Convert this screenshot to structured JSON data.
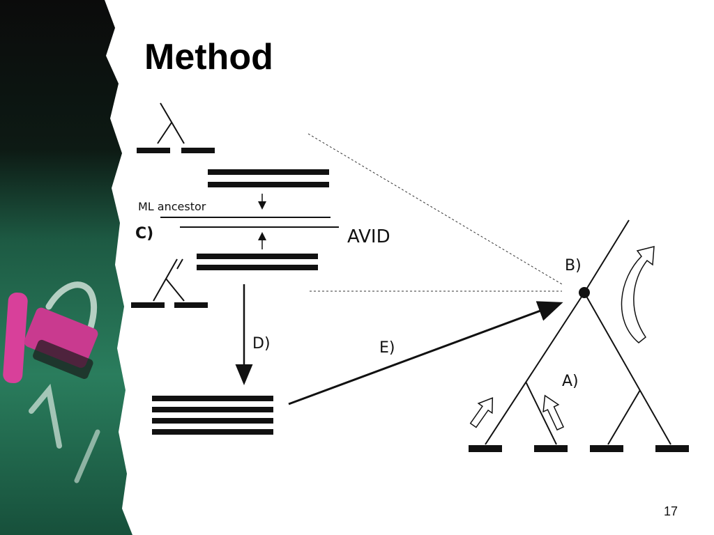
{
  "slide": {
    "title": "Method",
    "page_number": "17"
  },
  "diagram": {
    "labels": {
      "ml_ancestor": "ML ancestor",
      "avid": "AVID",
      "step_a": "A)",
      "step_b": "B)",
      "step_c": "C)",
      "step_d": "D)",
      "step_e": "E)"
    }
  },
  "colors": {
    "background": "#ffffff",
    "ink": "#111111",
    "chalkboard": "#1f6b4f",
    "chalk_pink": "#d8409a"
  }
}
